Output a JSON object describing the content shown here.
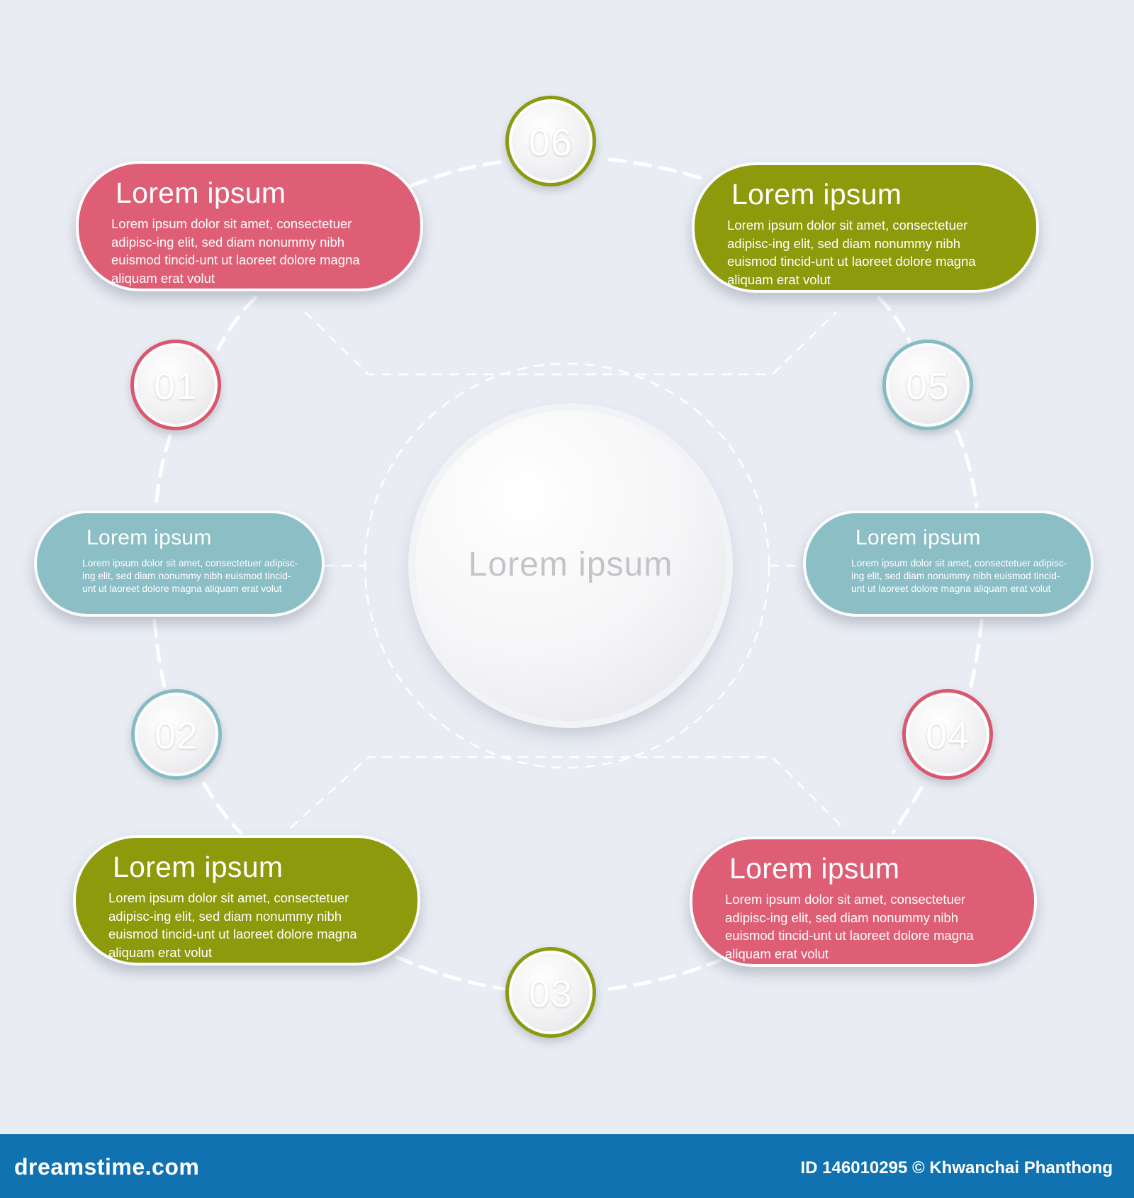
{
  "center": {
    "label": "Lorem ipsum"
  },
  "steps": [
    {
      "number": "01",
      "title": "Lorem ipsum",
      "body": "Lorem ipsum dolor sit amet, consectetuer adipisc-ing elit, sed diam nonummy nibh euismod tincid-unt ut laoreet dolore magna aliquam erat volut"
    },
    {
      "number": "02",
      "title": "Lorem ipsum",
      "body": "Lorem ipsum dolor sit amet, consectetuer adipisc-ing elit, sed diam nonummy nibh euismod tincid-unt ut laoreet dolore magna aliquam erat volut"
    },
    {
      "number": "03",
      "title": "Lorem ipsum",
      "body": "Lorem ipsum dolor sit amet, consectetuer adipisc-ing elit, sed diam nonummy nibh euismod tincid-unt ut laoreet dolore magna aliquam erat volut"
    },
    {
      "number": "04",
      "title": "Lorem ipsum",
      "body": "Lorem ipsum dolor sit amet, consectetuer adipisc-ing elit, sed diam nonummy nibh euismod tincid-unt ut laoreet dolore magna aliquam erat volut"
    },
    {
      "number": "05",
      "title": "Lorem ipsum",
      "body": "Lorem ipsum dolor sit amet, consectetuer adipisc-ing elit, sed diam nonummy nibh euismod tincid-unt ut laoreet dolore magna aliquam erat volut"
    },
    {
      "number": "06",
      "title": "Lorem ipsum",
      "body": "Lorem ipsum dolor sit amet, consectetuer adipisc-ing elit, sed diam nonummy nibh euismod tincid-unt ut laoreet dolore magna aliquam erat volut"
    }
  ],
  "colors": {
    "pink": "#de5e75",
    "olive": "#8d9a0c",
    "teal": "#8cbec5",
    "background": "#e9ecf3",
    "footer": "#1072b0"
  },
  "footer": {
    "brand": "dreamstime.com",
    "credit": "ID 146010295 © Khwanchai Phanthong"
  }
}
